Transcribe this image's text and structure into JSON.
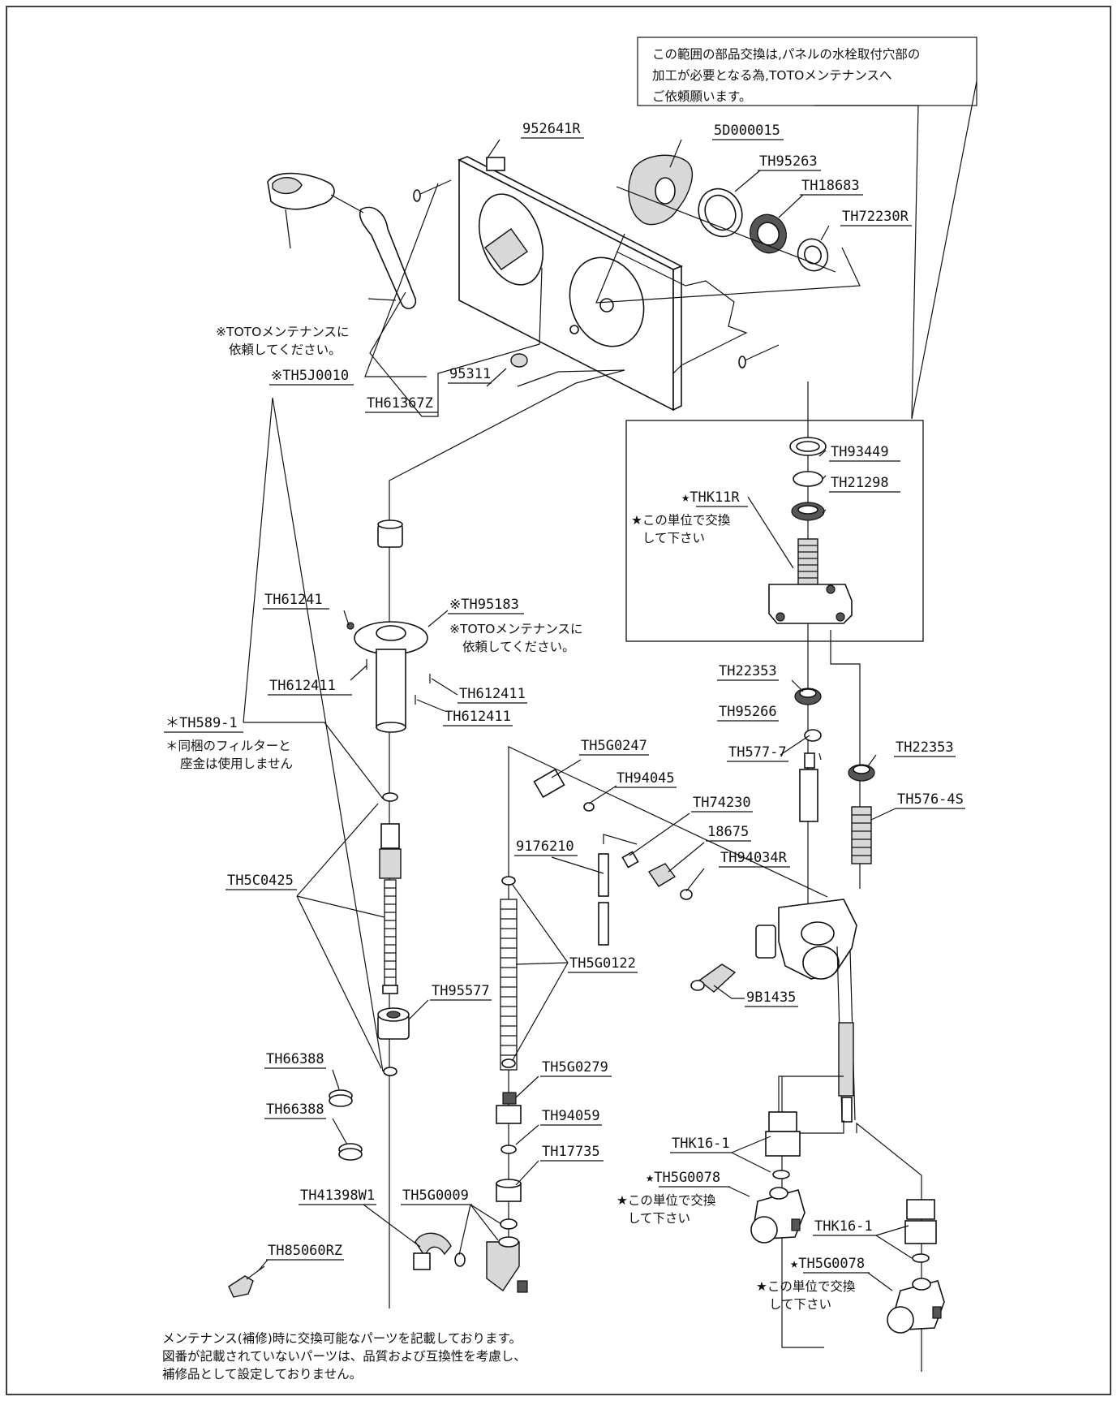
{
  "callout": {
    "lines": [
      "この範囲の部品交換は,パネルの水栓取付穴部の",
      "加工が必要となる為,TOTOメンテナンスへ",
      "ご依頼願います。"
    ]
  },
  "labels": {
    "p952641R": "952641R",
    "p5D000015": "5D000015",
    "pTH95263": "TH95263",
    "pTH18683": "TH18683",
    "pTH72230R": "TH72230R",
    "pTH5J0010": "※TH5J0010",
    "pTH61367Z": "TH61367Z",
    "p95311": "95311",
    "pTH93449": "TH93449",
    "pTHK11R": "★THK11R",
    "pTH21298": "TH21298",
    "pTH61241": "TH61241",
    "pTH95183": "※TH95183",
    "pTH612411a": "TH612411",
    "pTH612411b": "TH612411",
    "pTH612411c": "TH612411",
    "pTH589": "＊TH589-1",
    "pTH22353a": "TH22353",
    "pTH95266": "TH95266",
    "pTH577": "TH577-7",
    "pTH22353b": "TH22353",
    "pTH576": "TH576-4S",
    "pTH5G0247": "TH5G0247",
    "pTH94045": "TH94045",
    "pTH74230": "TH74230",
    "p9176210": "9176210",
    "p18675": "18675",
    "pTH94034R": "TH94034R",
    "pTH5C0425": "TH5C0425",
    "pTH5G0122": "TH5G0122",
    "pTH95577": "TH95577",
    "p9B1435": "9B1435",
    "pTH66388a": "TH66388",
    "pTH66388b": "TH66388",
    "pTH5G0279": "TH5G0279",
    "pTH94059": "TH94059",
    "pTH17735": "TH17735",
    "pTHK16a": "THK16-1",
    "pTH41398W1": "TH41398W1",
    "pTH5G0009": "TH5G0009",
    "pTH5G0078a": "★TH5G0078",
    "pTHK16b": "THK16-1",
    "pTH85060RZ": "TH85060RZ",
    "pTH5G0078b": "★TH5G0078"
  },
  "notes": {
    "toto_request_1": [
      "※TOTOメンテナンスに",
      "依頼してください。"
    ],
    "toto_request_2": [
      "※TOTOメンテナンスに",
      "依頼してください。"
    ],
    "unit_replace_1": [
      "★この単位で交換",
      "して下さい"
    ],
    "unit_replace_2": [
      "★この単位で交換",
      "して下さい"
    ],
    "unit_replace_3": [
      "★この単位で交換",
      "して下さい"
    ],
    "filter_note": [
      "＊同梱のフィルターと",
      "座金は使用しません"
    ],
    "footer": [
      "メンテナンス(補修)時に交換可能なパーツを記載しております。",
      "図番が記載されていないパーツは、品質および互換性を考慮し、",
      "補修品として設定しておりません。"
    ]
  }
}
